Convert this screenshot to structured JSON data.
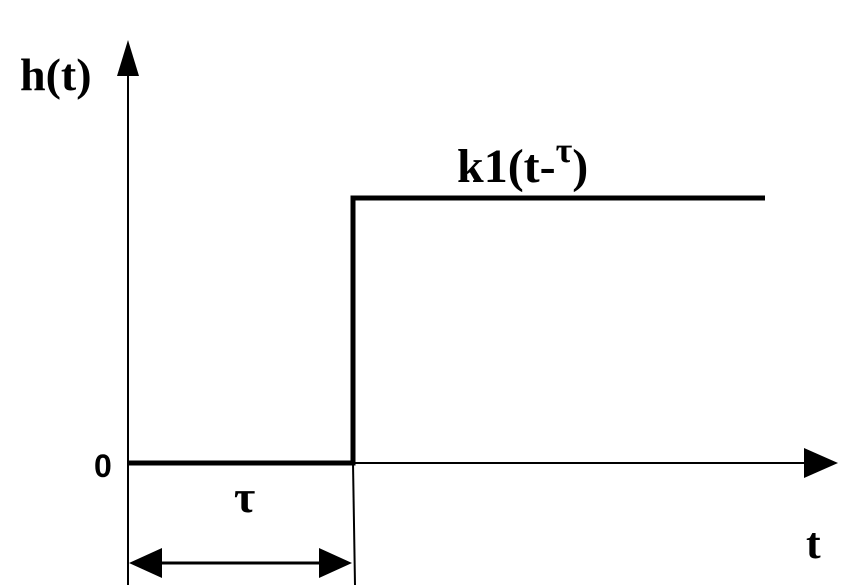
{
  "labels": {
    "y_axis": "h(t)",
    "x_axis": "t",
    "origin": "0",
    "delay": "τ",
    "curve_main": "k1(t-",
    "curve_sup": "τ",
    "curve_close": ")"
  },
  "colors": {
    "line": "#000000",
    "background": "#ffffff"
  }
}
